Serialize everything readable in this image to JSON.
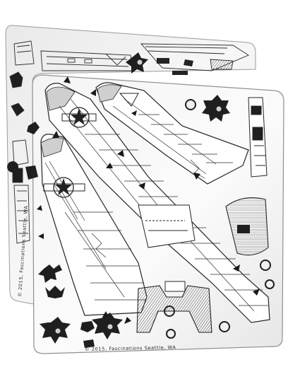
{
  "image": {
    "subject": "photo-etched metal model kit sheets",
    "sheet_count": 2,
    "colors": {
      "background": "#ffffff",
      "metal_light": "#f1f1f1",
      "metal_mid": "#c9c9c9",
      "etch_line": "#2c2c2c",
      "dark_etch": "#1a1a1a"
    }
  },
  "back_sheet": {
    "copyright": "© 2015, Fascinations Seattle, WA"
  },
  "front_sheet": {
    "copyright": "© 2015, Fascinations Seattle, WA"
  }
}
